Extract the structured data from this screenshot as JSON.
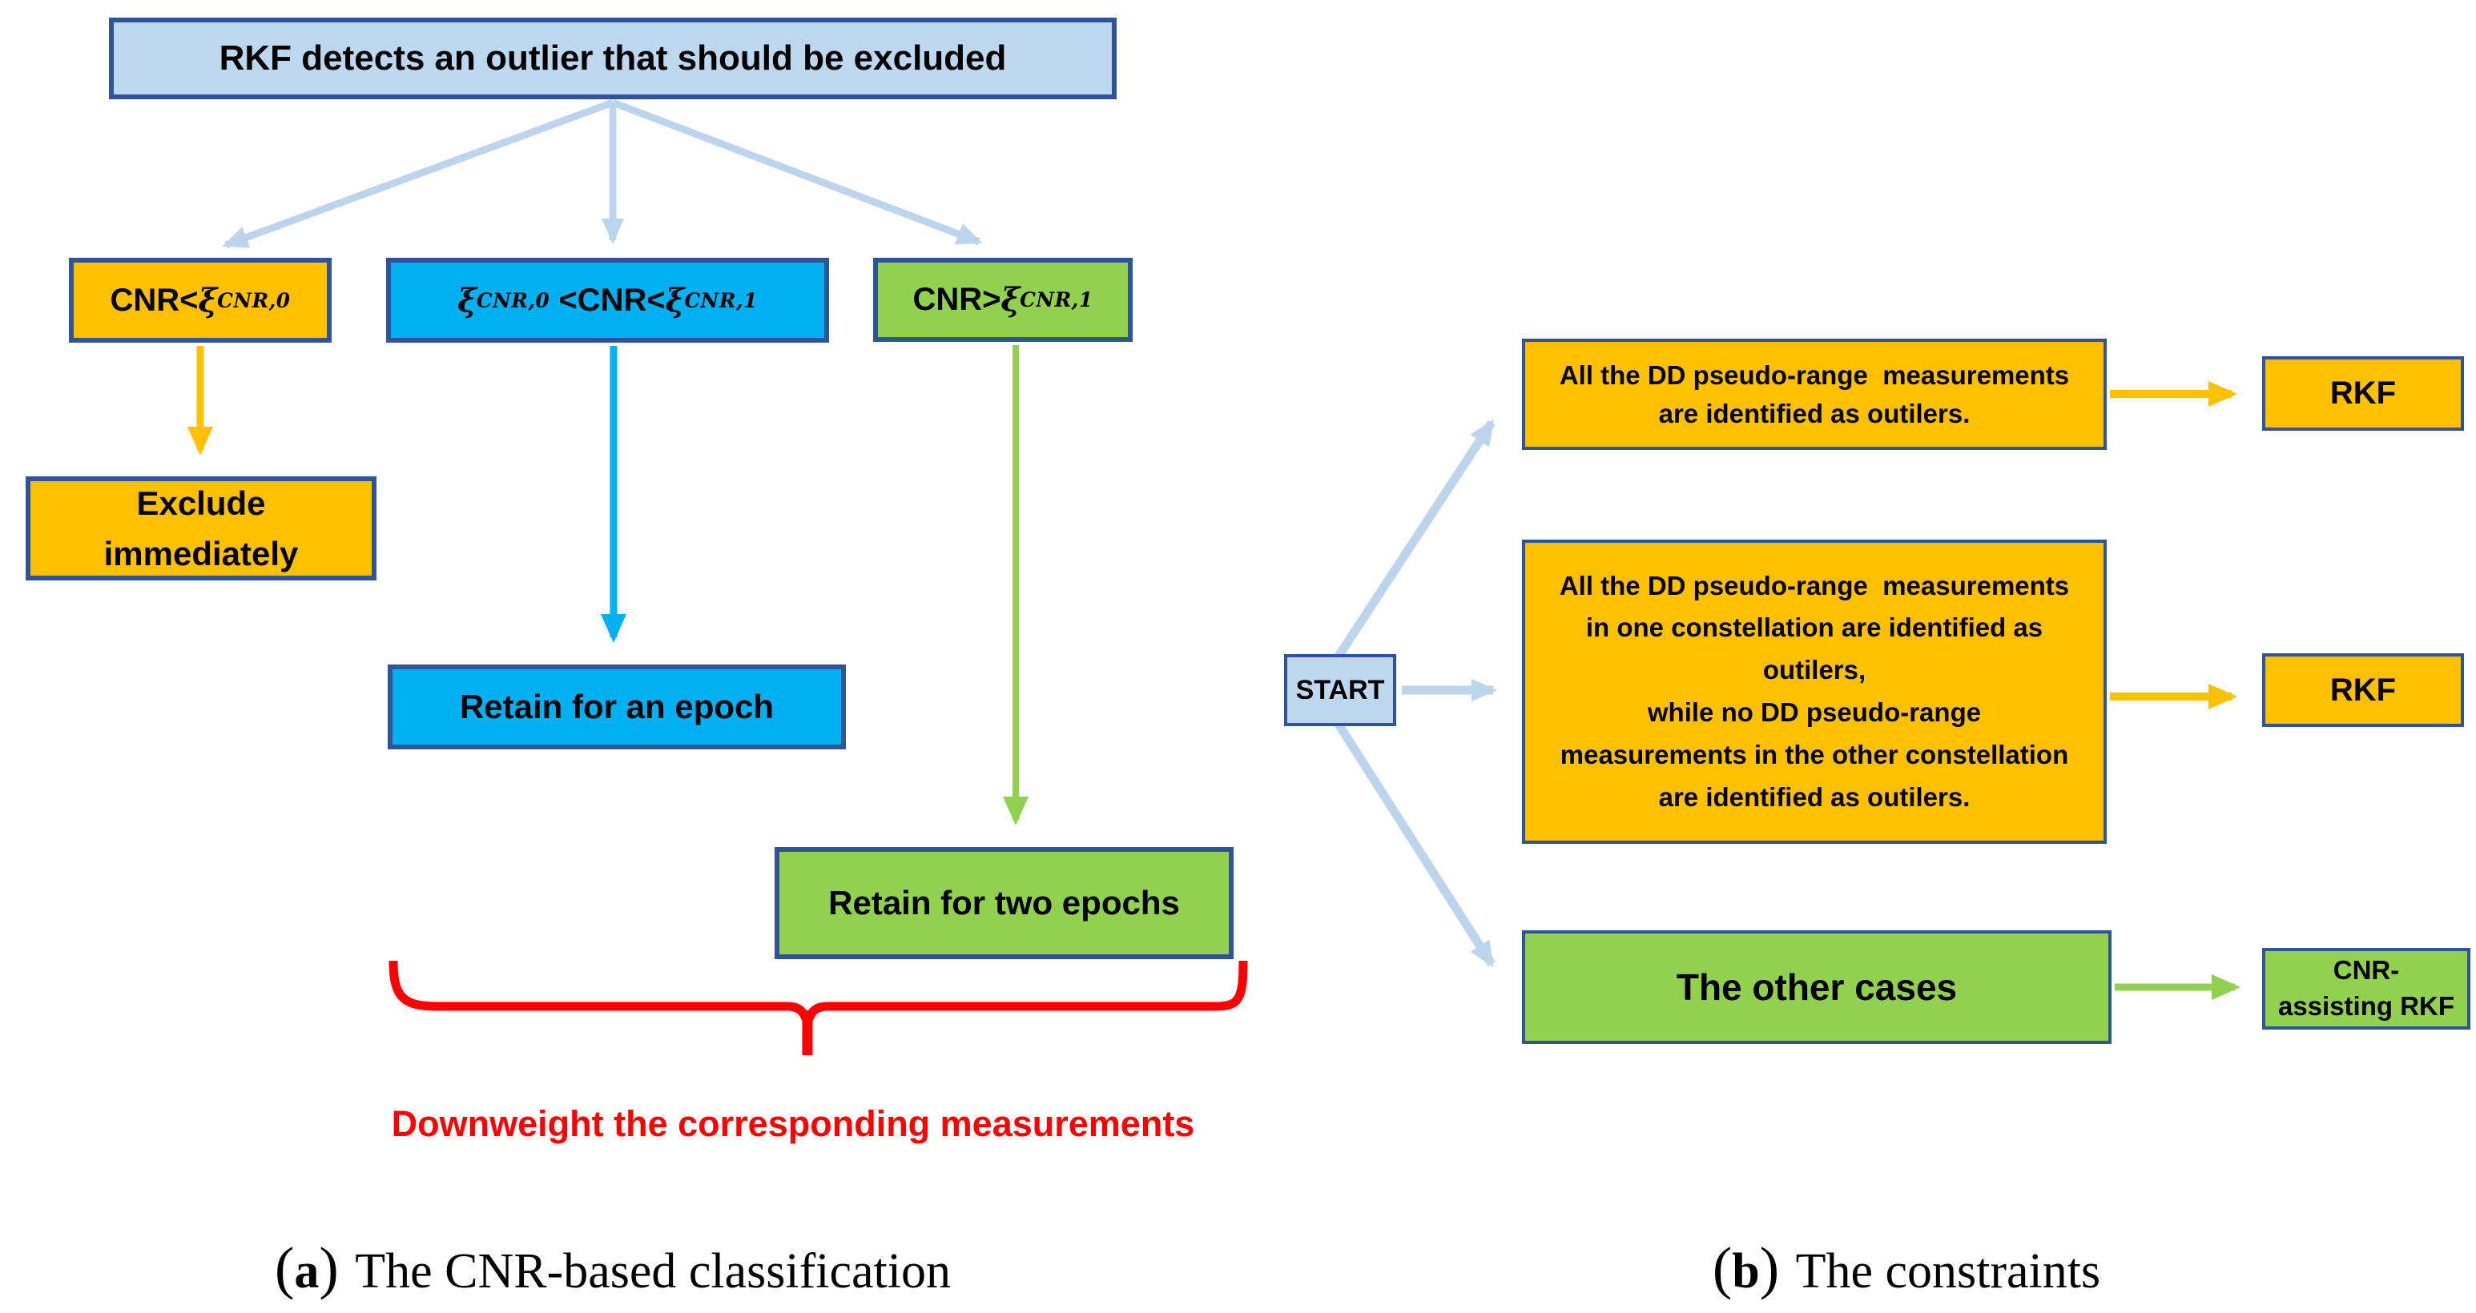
{
  "colors": {
    "box_border": "#2f5597",
    "light_blue_fill": "#bdd7ee",
    "orange_fill": "#ffc000",
    "cyan_fill": "#00b0f0",
    "green_fill": "#92d050",
    "connector_light_blue": "#bcd4ec",
    "brace_red": "#ff0000"
  },
  "panel_a": {
    "root_box": "RKF detects an outlier that should be excluded",
    "cond_low": {
      "pre": "CNR<",
      "xi": "ξ",
      "sub": "CNR,0"
    },
    "cond_mid": {
      "xi1": "ξ",
      "sub1": "CNR,0",
      "mid": " <CNR<",
      "xi2": "ξ",
      "sub2": "CNR,1"
    },
    "cond_high": {
      "pre": "CNR>",
      "xi": "ξ",
      "sub": "CNR,1"
    },
    "exclude_box": {
      "line1": "Exclude",
      "line2": "immediately"
    },
    "retain_one_box": "Retain for an epoch",
    "retain_two_box": "Retain for two epochs",
    "brace_label": "Downweight the corresponding measurements",
    "caption": {
      "open": "(",
      "letter": "a",
      "close": ")",
      "text": "The CNR-based classification"
    }
  },
  "panel_b": {
    "start_box": "START",
    "case_all": {
      "line1": "All the DD pseudo-range  measurements",
      "line2": "are identified as outilers."
    },
    "case_constellation": {
      "lines": [
        "All the DD pseudo-range  measurements",
        "in one constellation are identified as",
        "outilers,",
        "while no DD pseudo-range",
        "measurements in the other constellation",
        "are identified as outilers."
      ]
    },
    "case_other": "The other cases",
    "rkf_1": "RKF",
    "rkf_2": "RKF",
    "cnr_rkf": {
      "line1": "CNR-",
      "line2": "assisting RKF"
    },
    "caption": {
      "open": "(",
      "letter": "b",
      "close": ")",
      "text": "The constraints"
    }
  }
}
